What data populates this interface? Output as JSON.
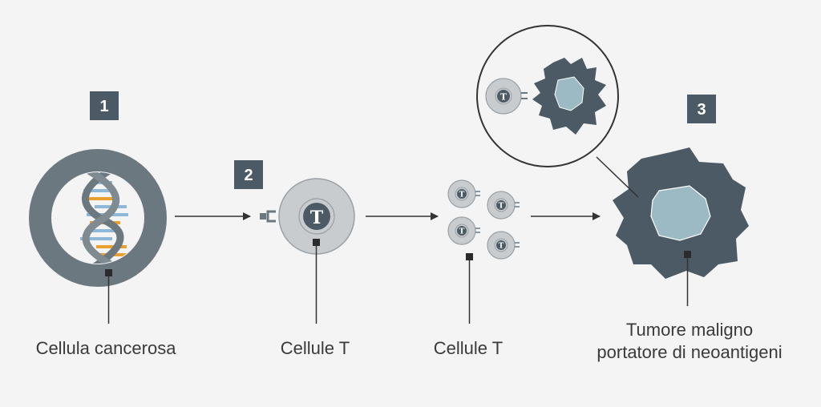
{
  "steps": {
    "step1": "1",
    "step2": "2",
    "step3": "3"
  },
  "labels": {
    "cancer_cell": "Cellula cancerosa",
    "t_cell_single": "Cellule T",
    "t_cells_group": "Cellule T",
    "tumor_line1": "Tumore maligno",
    "tumor_line2": "portatore di neoantigeni"
  },
  "t_symbol": "T",
  "colors": {
    "background": "#f4f4f4",
    "badge": "#4b5a64",
    "cell_ring": "#6c7880",
    "t_cell_fill": "#c9cccf",
    "tumor": "#4b5a64",
    "nucleus": "#9cbac4",
    "dna_orange": "#e8a030",
    "dna_blue": "#8fb8d8",
    "line": "#333333"
  }
}
